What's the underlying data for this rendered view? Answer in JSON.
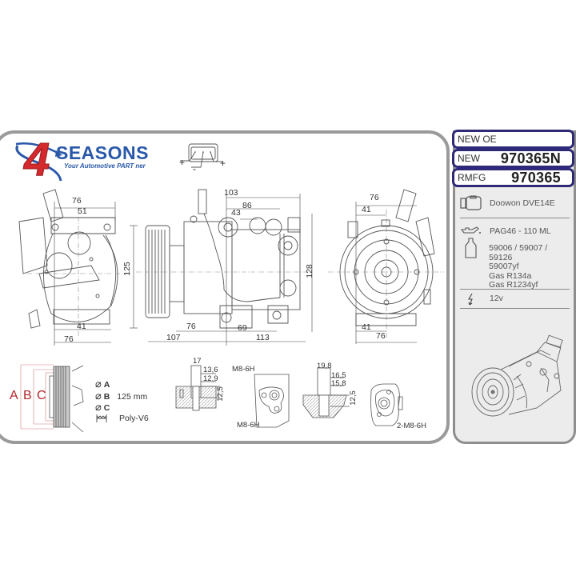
{
  "brand": {
    "logo_numeral": "4",
    "name": "SEASONS",
    "tagline": "Your Automotive PART ner",
    "colors": {
      "red": "#d42a2e",
      "blue": "#2a58a8"
    }
  },
  "header": {
    "oe_label": "NEW OE",
    "new_label": "NEW",
    "new_value": "970365N",
    "rmfg_label": "RMFG",
    "rmfg_value": "970365",
    "border_color": "#2e2a78"
  },
  "specs": {
    "compressor": {
      "icon": "compressor-icon",
      "text": "Doowon DVE14E"
    },
    "oil": {
      "icon": "oil-can-icon",
      "text": "PAG46 - 110 ML"
    },
    "oil_codes": {
      "icon": "oil-bottle-icon",
      "lines": [
        "59006 / 59007 / 59126",
        "59007yf",
        "Gas R134a",
        "Gas R1234yf"
      ]
    },
    "voltage": {
      "icon": "lightning-icon",
      "text": "12v"
    }
  },
  "connector": {
    "pins": [
      "+",
      "-",
      "+"
    ]
  },
  "dimensions": {
    "left_view": {
      "top_outer": "76",
      "top_inner": "51",
      "height": "125",
      "bottom_inner": "41",
      "bottom_outer": "76"
    },
    "side_view": {
      "top_outer": "103",
      "top_mid": "86",
      "top_inner": "43",
      "height": "128",
      "bottom_a": "76",
      "bottom_b": "69",
      "bottom_c": "107",
      "bottom_d": "113"
    },
    "front_view": {
      "top_outer": "76",
      "top_inner": "41",
      "bottom_inner": "41",
      "bottom_outer": "76"
    }
  },
  "pulley": {
    "labels": [
      "A",
      "B",
      "C"
    ],
    "legend": [
      {
        "symbol": "⌀",
        "letter": "A",
        "value": ""
      },
      {
        "symbol": "⌀",
        "letter": "B",
        "value": "125 mm"
      },
      {
        "symbol": "⌀",
        "letter": "C",
        "value": ""
      }
    ],
    "belt_type": "Poly-V6"
  },
  "ports": {
    "port1": {
      "d1": "17",
      "d2": "13,6",
      "d3": "12,9",
      "depth": "12,5"
    },
    "port1_thread_top": "M8-6H",
    "port1_thread_bottom": "M8-6H",
    "port2": {
      "d1": "19,8",
      "d2": "16,5",
      "d3": "15,8",
      "depth": "12,5"
    },
    "port2_thread": "2-M8-6H"
  }
}
